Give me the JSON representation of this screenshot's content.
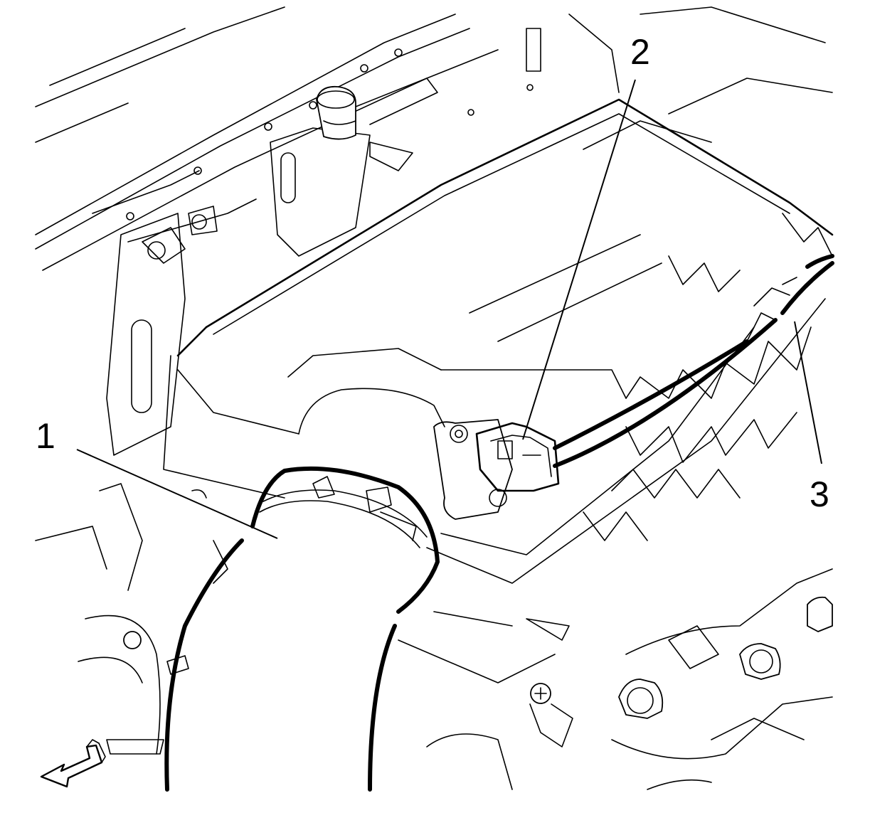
{
  "callouts": [
    {
      "id": "1",
      "label": "1"
    },
    {
      "id": "2",
      "label": "2"
    },
    {
      "id": "3",
      "label": "3"
    }
  ],
  "icons": {
    "direction_arrow": "front-direction-arrow-icon"
  },
  "colors": {
    "line": "#000000",
    "background": "#ffffff"
  }
}
